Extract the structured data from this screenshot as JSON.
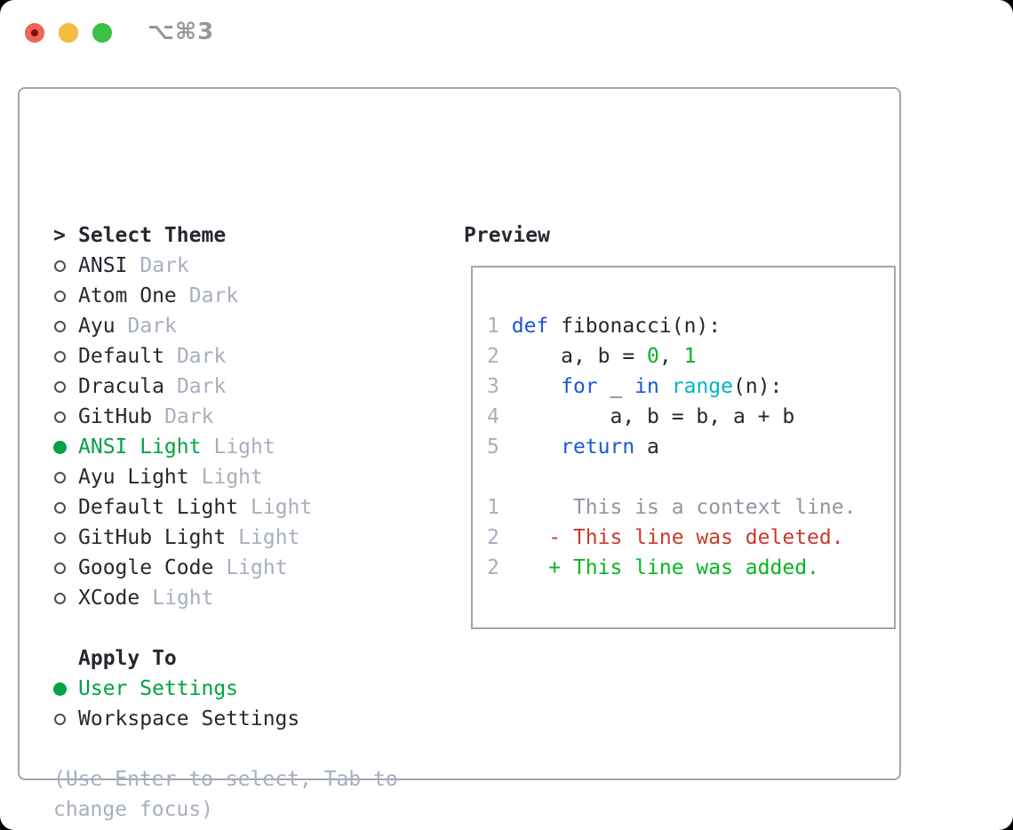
{
  "window": {
    "shortcut_hint": "⌥⌘3"
  },
  "theme_panel": {
    "title_prefix": ">",
    "title": "Select Theme",
    "themes": [
      {
        "name": "ANSI",
        "tag": "Dark",
        "selected": false
      },
      {
        "name": "Atom One",
        "tag": "Dark",
        "selected": false
      },
      {
        "name": "Ayu",
        "tag": "Dark",
        "selected": false
      },
      {
        "name": "Default",
        "tag": "Dark",
        "selected": false
      },
      {
        "name": "Dracula",
        "tag": "Dark",
        "selected": false
      },
      {
        "name": "GitHub",
        "tag": "Dark",
        "selected": false
      },
      {
        "name": "ANSI Light",
        "tag": "Light",
        "selected": true
      },
      {
        "name": "Ayu Light",
        "tag": "Light",
        "selected": false
      },
      {
        "name": "Default Light",
        "tag": "Light",
        "selected": false
      },
      {
        "name": "GitHub Light",
        "tag": "Light",
        "selected": false
      },
      {
        "name": "Google Code",
        "tag": "Light",
        "selected": false
      },
      {
        "name": "XCode",
        "tag": "Light",
        "selected": false
      }
    ],
    "apply_to": {
      "title": "Apply To",
      "options": [
        {
          "name": "User Settings",
          "selected": true
        },
        {
          "name": "Workspace Settings",
          "selected": false
        }
      ]
    },
    "hint": "(Use Enter to select, Tab to change focus)"
  },
  "preview": {
    "title": "Preview",
    "code_lines": [
      {
        "num": "1",
        "tokens": [
          [
            " ",
            "fg"
          ],
          [
            "def",
            "kw"
          ],
          [
            " fibonacci(n):",
            "fg"
          ]
        ]
      },
      {
        "num": "2",
        "tokens": [
          [
            "     a, b = ",
            "fg"
          ],
          [
            "0",
            "lit"
          ],
          [
            ", ",
            "fg"
          ],
          [
            "1",
            "lit"
          ]
        ]
      },
      {
        "num": "3",
        "tokens": [
          [
            "     ",
            "fg"
          ],
          [
            "for",
            "kw"
          ],
          [
            " _ ",
            "fg"
          ],
          [
            "in",
            "kw"
          ],
          [
            " ",
            "fg"
          ],
          [
            "range",
            "typ"
          ],
          [
            "(n):",
            "fg"
          ]
        ]
      },
      {
        "num": "4",
        "tokens": [
          [
            "         a, b = b, a + b",
            "fg"
          ]
        ]
      },
      {
        "num": "5",
        "tokens": [
          [
            "     ",
            "fg"
          ],
          [
            "return",
            "kw"
          ],
          [
            " a",
            "fg"
          ]
        ]
      }
    ],
    "diff_lines": [
      {
        "num": "1",
        "tokens": [
          [
            "      This is a context line.",
            "ctx"
          ]
        ]
      },
      {
        "num": "2",
        "tokens": [
          [
            "    ",
            "fg"
          ],
          [
            "- This line was deleted.",
            "del"
          ]
        ]
      },
      {
        "num": "2",
        "tokens": [
          [
            "    ",
            "fg"
          ],
          [
            "+ This line was added.",
            "add"
          ]
        ]
      }
    ]
  },
  "colors": {
    "text_dark": "#24292f",
    "muted_gray": "#a7afbd",
    "context_gray": "#8f97a1",
    "border_gray": "#9da6b2",
    "selected_green": "#00a341",
    "keyword_blue": "#1a56db",
    "type_cyan": "#00b3c4",
    "literal_green": "#00b226",
    "added_green": "#00b81f",
    "deleted_red": "#c83a2a",
    "traffic_red": "#f0655a",
    "traffic_red_dot": "#7a150d",
    "traffic_yellow": "#f6bd40",
    "traffic_green": "#3bc148"
  }
}
